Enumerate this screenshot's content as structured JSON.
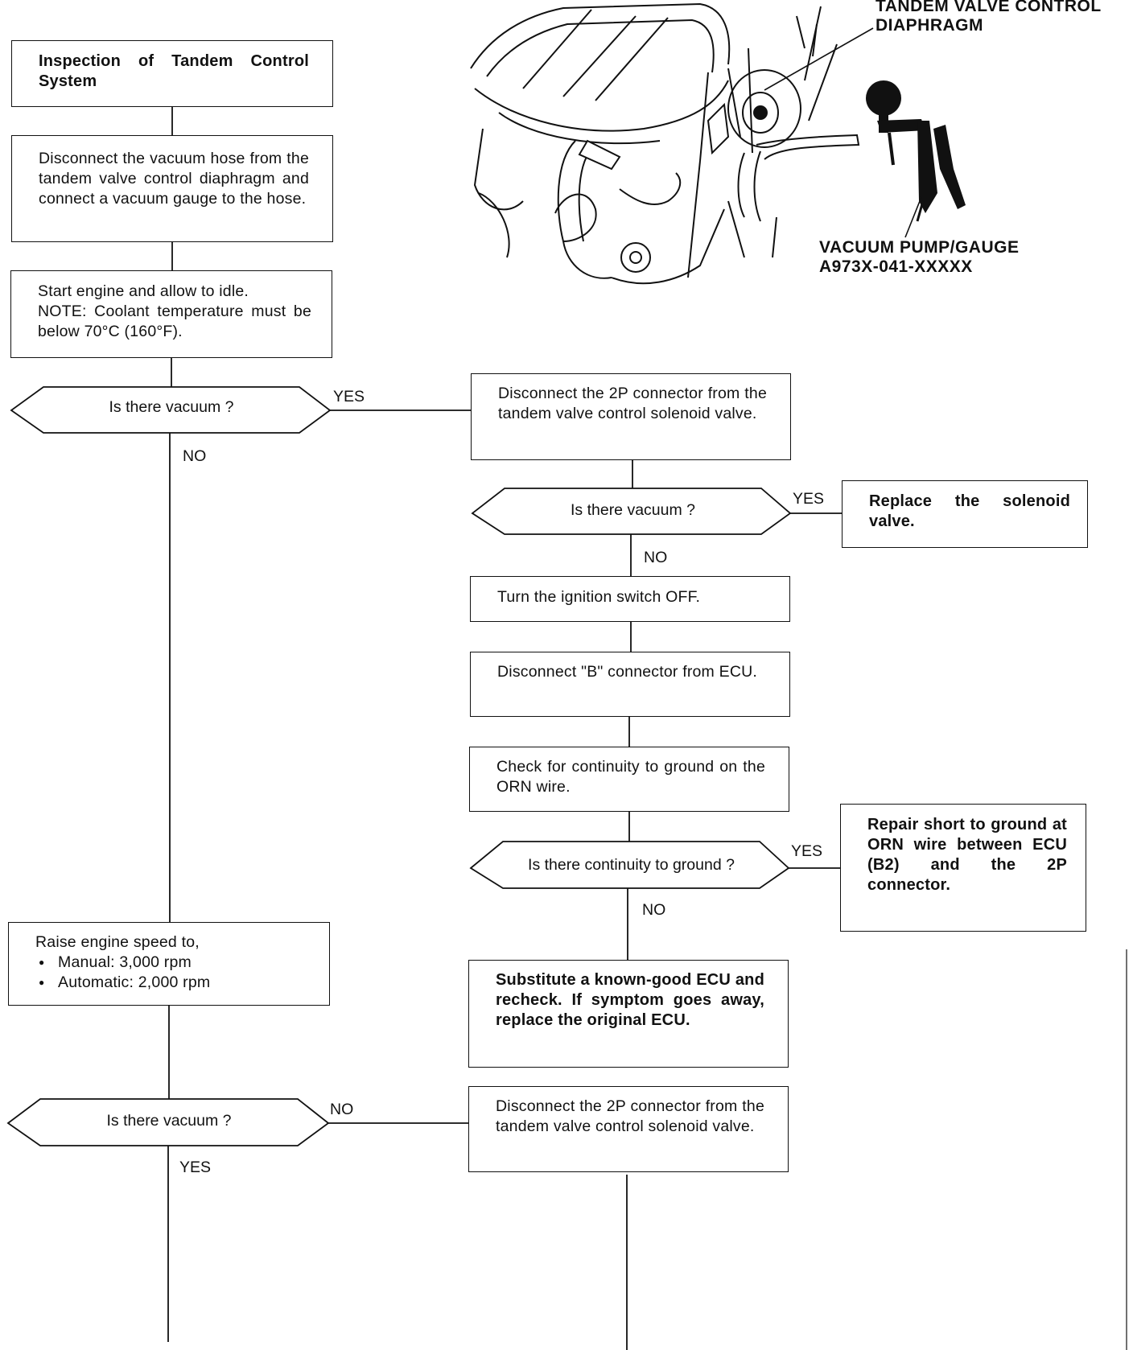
{
  "callouts": {
    "diaphragm": [
      "TANDEM VALVE CONTROL",
      "DIAPHRAGM"
    ],
    "pump": [
      "VACUUM PUMP/GAUGE",
      "A973X-041-XXXXX"
    ]
  },
  "left": {
    "title": "Inspection of Tandem Control System",
    "disconnect_hose": "Disconnect the vacuum hose from the tandem valve control diaphragm and connect a vacuum gauge to the hose.",
    "start_engine": [
      "Start engine and allow to idle.",
      "NOTE: Coolant temperature must be below 70°C (160°F)."
    ],
    "decision1": "Is there vacuum ?",
    "raise_speed": {
      "intro": "Raise engine speed to,",
      "items": [
        "Manual: 3,000 rpm",
        "Automatic: 2,000 rpm"
      ]
    },
    "decision2": "Is there vacuum ?"
  },
  "right": {
    "disconnect_2p_a": "Disconnect the 2P connector from the tandem valve control solenoid valve.",
    "decision3": "Is there vacuum ?",
    "replace_solenoid": "Replace the solenoid valve.",
    "turn_off": "Turn the ignition switch OFF.",
    "disconnect_b": "Disconnect \"B\" connector from ECU.",
    "check_continuity": "Check for continuity to ground on the ORN wire.",
    "decision4": "Is there continuity to ground ?",
    "repair_short": "Repair short to ground at ORN wire between ECU (B2) and the 2P connector.",
    "substitute_ecu": "Substitute a known-good ECU and recheck. If symptom goes away, replace the original ECU.",
    "disconnect_2p_b": "Disconnect the 2P connector from the tandem valve control solenoid valve."
  },
  "labels": {
    "yes": "YES",
    "no": "NO"
  }
}
